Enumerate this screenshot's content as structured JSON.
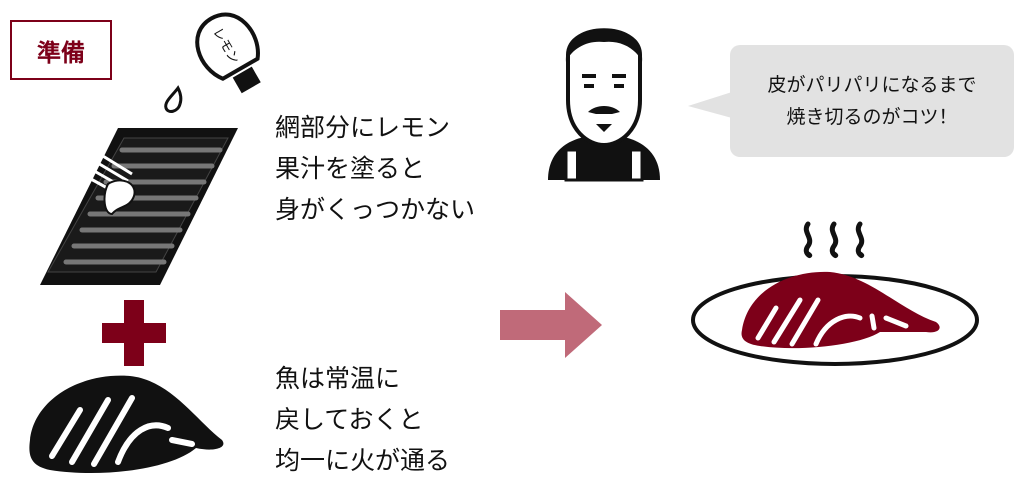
{
  "badge": {
    "label": "準備"
  },
  "lemon_bottle": {
    "label": "レモン"
  },
  "tip_lemon": {
    "lines": [
      "網部分にレモン",
      "果汁を塗ると",
      "身がくっつかない"
    ]
  },
  "tip_fish": {
    "lines": [
      "魚は常温に",
      "戻しておくと",
      "均一に火が通る"
    ]
  },
  "chef_speech": {
    "lines": [
      "皮がパリパリになるまで",
      "焼き切るのがコツ！"
    ]
  },
  "colors": {
    "accent": "#7d0019",
    "arrow": "#c06a79",
    "bubble": "#e2e2e2"
  }
}
